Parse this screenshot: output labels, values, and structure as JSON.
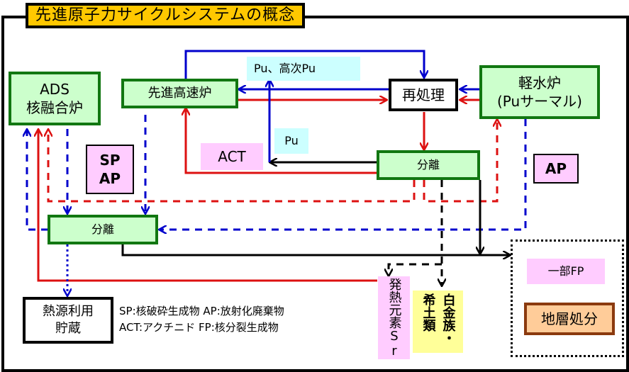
{
  "title": "先進原子力サイクルシステムの概念",
  "nodes": {
    "ads": {
      "line1": "ADS",
      "line2": "核融合炉"
    },
    "fast_reactor": {
      "label": "先進高速炉"
    },
    "reprocessing": {
      "label": "再処理"
    },
    "lwr": {
      "line1": "軽水炉",
      "line2": "(Puサーマル)"
    },
    "separation_right": {
      "label": "分離"
    },
    "separation_left": {
      "label": "分離"
    },
    "heat_storage": {
      "line1": "熱源利用",
      "line2": "貯蔵"
    },
    "heat_elements": {
      "label": "発熱元素Sr"
    },
    "rare_earth": {
      "col1": "希土類",
      "col2": "白金族・"
    },
    "partial_fp": {
      "label": "一部FP"
    },
    "geological_disposal": {
      "label": "地層処分"
    }
  },
  "tags": {
    "pu_high": "Pu、高次Pu",
    "pu": "Pu",
    "act": "ACT",
    "sp_ap": {
      "line1": "SP",
      "line2": "AP"
    },
    "ap": "AP"
  },
  "legend": {
    "line1": "SP:核破砕生成物  AP:放射化廃棄物",
    "line2": "ACT:アクチニド  FP:核分裂生成物"
  },
  "colors": {
    "title_bg": "#ffc800",
    "node_fill": "#ccffcc",
    "node_border": "#117711",
    "pink_tag": "#ffccff",
    "cyan_tag": "#ccffff",
    "yellow_tag": "#ffff99",
    "disposal_fill": "#ffcc99",
    "disposal_border": "#8b3a0f",
    "flow_blue": "#0000cc",
    "flow_red": "#dd1111",
    "flow_black": "#000000"
  }
}
